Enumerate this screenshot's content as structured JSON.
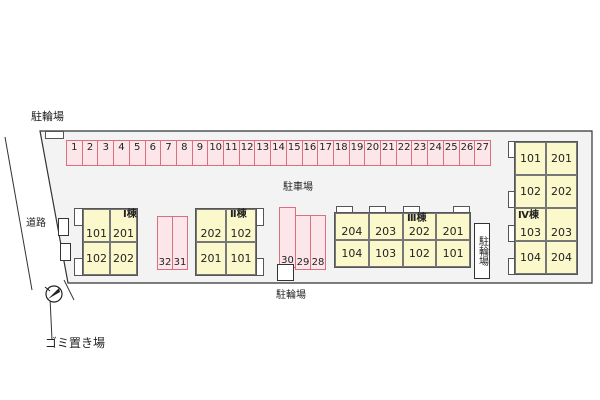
{
  "labels": {
    "bike_top": "駐輪場",
    "parking": "駐車場",
    "road": "道路",
    "bike_bottom": "駐輪場",
    "bike_side": "駐輪場",
    "garbage": "ゴミ置き場"
  },
  "top_spaces": [
    "1",
    "2",
    "3",
    "4",
    "5",
    "6",
    "7",
    "8",
    "9",
    "10",
    "11",
    "12",
    "13",
    "14",
    "15",
    "16",
    "17",
    "18",
    "19",
    "20",
    "21",
    "22",
    "23",
    "24",
    "25",
    "26",
    "27"
  ],
  "spaces_32_31": [
    "32",
    "31"
  ],
  "space_30": "30",
  "spaces_29_28": [
    "29",
    "28"
  ],
  "buildings": {
    "b1": {
      "name": "Ⅰ棟",
      "units": [
        "101",
        "201",
        "102",
        "202"
      ]
    },
    "b2": {
      "name": "Ⅱ棟",
      "units": [
        "202",
        "102",
        "201",
        "101"
      ]
    },
    "b3": {
      "name": "Ⅲ棟",
      "units": [
        "204",
        "203",
        "202",
        "201",
        "104",
        "103",
        "102",
        "101"
      ]
    },
    "b4": {
      "name": "Ⅳ棟",
      "units": [
        "101",
        "201",
        "102",
        "202",
        "103",
        "203",
        "104",
        "204"
      ]
    }
  },
  "colors": {
    "parking": "#fde6ea",
    "parking_border": "#d9707f",
    "building": "#fbf8cc"
  }
}
